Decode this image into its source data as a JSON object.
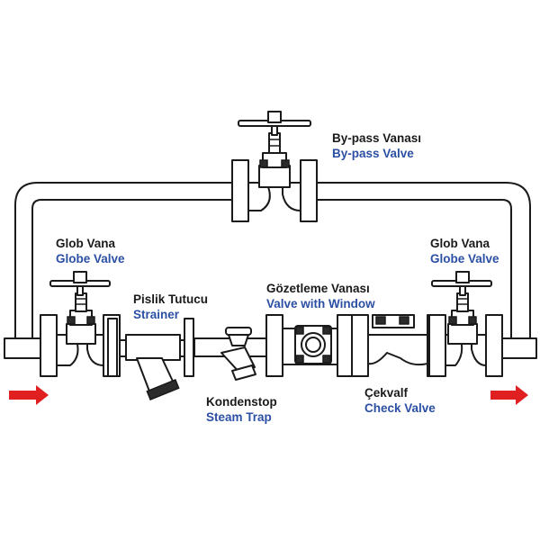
{
  "labels": {
    "bypass": {
      "tr": "By-pass Vanası",
      "en": "By-pass Valve"
    },
    "globe_left": {
      "tr": "Glob Vana",
      "en": "Globe Valve"
    },
    "globe_right": {
      "tr": "Glob Vana",
      "en": "Globe Valve"
    },
    "strainer": {
      "tr": "Pislik Tutucu",
      "en": "Strainer"
    },
    "sight_glass": {
      "tr": "Gözetleme Vanası",
      "en": "Valve with Window"
    },
    "steam_trap": {
      "tr": "Kondenstop",
      "en": "Steam Trap"
    },
    "check_valve": {
      "tr": "Çekvalf",
      "en": "Check Valve"
    }
  },
  "colors": {
    "label_tr": "#1a1a1a",
    "label_en": "#2b4fa3",
    "flow_arrow": "#e02020",
    "line": "#1a1a1a"
  }
}
